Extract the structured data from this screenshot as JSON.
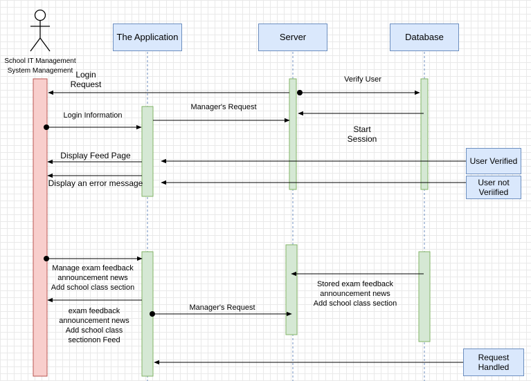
{
  "colors": {
    "participant_fill": "#dae8fc",
    "participant_stroke": "#6c8ebf",
    "actor_bar_fill": "#f8cecc",
    "actor_bar_stroke": "#b85450",
    "activation_fill": "#d5e8d4",
    "activation_stroke": "#82b366",
    "lifeline": "#6c8ebf"
  },
  "actor": {
    "label_line1": "School IT Management",
    "label_line2": "System Management",
    "icon": "person-icon"
  },
  "participants": {
    "application": "The Application",
    "server": "Server",
    "database": "Database"
  },
  "notes": {
    "user_verified": "User Verified",
    "user_not_verified_line1": "User not",
    "user_not_verified_line2": "Veriified",
    "request_handled_line1": "Request",
    "request_handled_line2": "Handled"
  },
  "messages": {
    "login_request_line1": "Login",
    "login_request_line2": "Request",
    "verify_user": "Verify User",
    "login_information": "Login Information",
    "managers_request_1": "Manager's Request",
    "start_session_line1": "Start",
    "start_session_line2": "Session",
    "display_feed_page": "Display Feed Page",
    "display_error": "Display an error message",
    "manage_line1": "Manage exam feedback",
    "manage_line2": "announcement news",
    "manage_line3": "Add school class section",
    "stored_line1": "Stored exam feedback",
    "stored_line2": "announcement news",
    "stored_line3": "Add school class section",
    "feed_line1": "exam feedback",
    "feed_line2": "announcement news",
    "feed_line3": "Add school class",
    "feed_line4": "sectionon Feed",
    "managers_request_2": "Manager's Request"
  }
}
